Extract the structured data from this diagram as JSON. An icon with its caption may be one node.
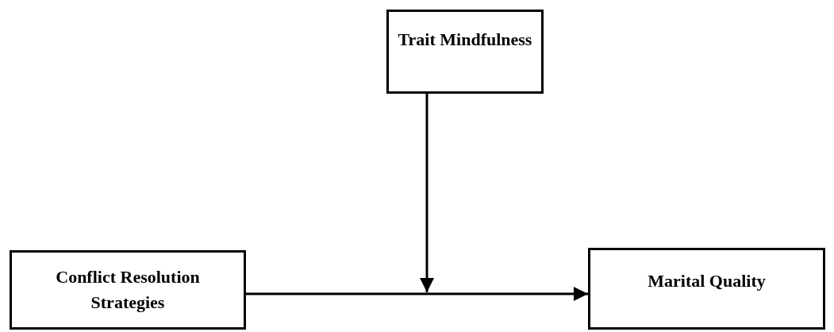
{
  "diagram": {
    "nodes": [
      {
        "text": [
          "Trait Mindfulness"
        ]
      },
      {
        "text": [
          "Conflict Resolution Strategies"
        ]
      },
      {
        "text": [
          "Marital Quality"
        ]
      }
    ],
    "edges": [
      {
        "from": 1,
        "to": 2,
        "arrow": "to"
      },
      {
        "from": 0,
        "to": null,
        "arrow": "to"
      }
    ]
  }
}
